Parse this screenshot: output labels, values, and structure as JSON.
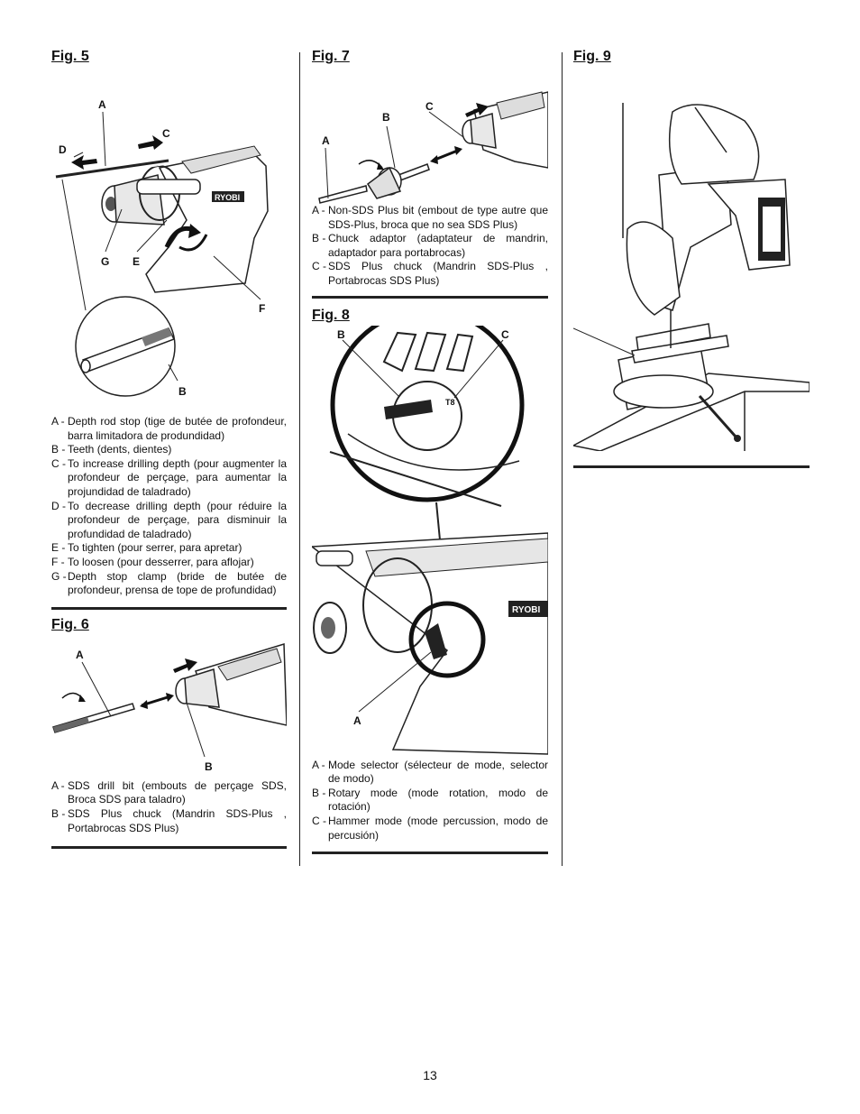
{
  "page_number": "13",
  "fig5": {
    "title": "Fig. 5",
    "labels": {
      "a": "A",
      "b": "B",
      "c": "C",
      "d": "D",
      "e": "E",
      "f": "F",
      "g": "G",
      "brand": "RYOBI"
    },
    "legend": [
      {
        "key": "A -",
        "text": "Depth rod stop (tige de butée de profondeur, barra limitadora de produndidad)"
      },
      {
        "key": "B -",
        "text": "Teeth (dents, dientes)"
      },
      {
        "key": "C -",
        "text": "To increase drilling depth (pour augmenter la profondeur de perçage, para aumentar la projundidad de taladrado)"
      },
      {
        "key": "D -",
        "text": "To decrease drilling depth (pour réduire la profondeur de perçage, para disminuir la profundidad de taladrado)"
      },
      {
        "key": "E -",
        "text": "To tighten (pour serrer, para apretar)"
      },
      {
        "key": "F -",
        "text": "To loosen (pour desserrer, para aflojar)"
      },
      {
        "key": "G -",
        "text": "Depth stop clamp (bride de butée de profondeur, prensa de tope de profundidad)"
      }
    ]
  },
  "fig6": {
    "title": "Fig. 6",
    "labels": {
      "a": "A",
      "b": "B"
    },
    "legend": [
      {
        "key": "A -",
        "text": "SDS drill bit (embouts de perçage SDS, Broca SDS para taladro)"
      },
      {
        "key": "B -",
        "text": "SDS Plus chuck (Mandrin SDS-Plus , Portabrocas SDS Plus)"
      }
    ]
  },
  "fig7": {
    "title": "Fig. 7",
    "labels": {
      "a": "A",
      "b": "B",
      "c": "C"
    },
    "legend": [
      {
        "key": "A -",
        "text": "Non-SDS Plus bit (embout de type autre que SDS-Plus, broca que no sea SDS Plus)"
      },
      {
        "key": "B -",
        "text": "Chuck adaptor (adaptateur de mandrin, adaptador para portabrocas)"
      },
      {
        "key": "C -",
        "text": "SDS Plus chuck (Mandrin SDS-Plus , Portabrocas SDS Plus)"
      }
    ]
  },
  "fig8": {
    "title": "Fig. 8",
    "labels": {
      "a": "A",
      "b": "B",
      "c": "C",
      "brand": "RYOBI"
    },
    "legend": [
      {
        "key": "A -",
        "text": "Mode selector (sélecteur de mode, selector de modo)"
      },
      {
        "key": "B -",
        "text": "Rotary mode (mode rotation, modo de rotación)"
      },
      {
        "key": "C -",
        "text": "Hammer mode (mode percussion, modo de percusión)"
      }
    ]
  },
  "fig9": {
    "title": "Fig. 9"
  }
}
